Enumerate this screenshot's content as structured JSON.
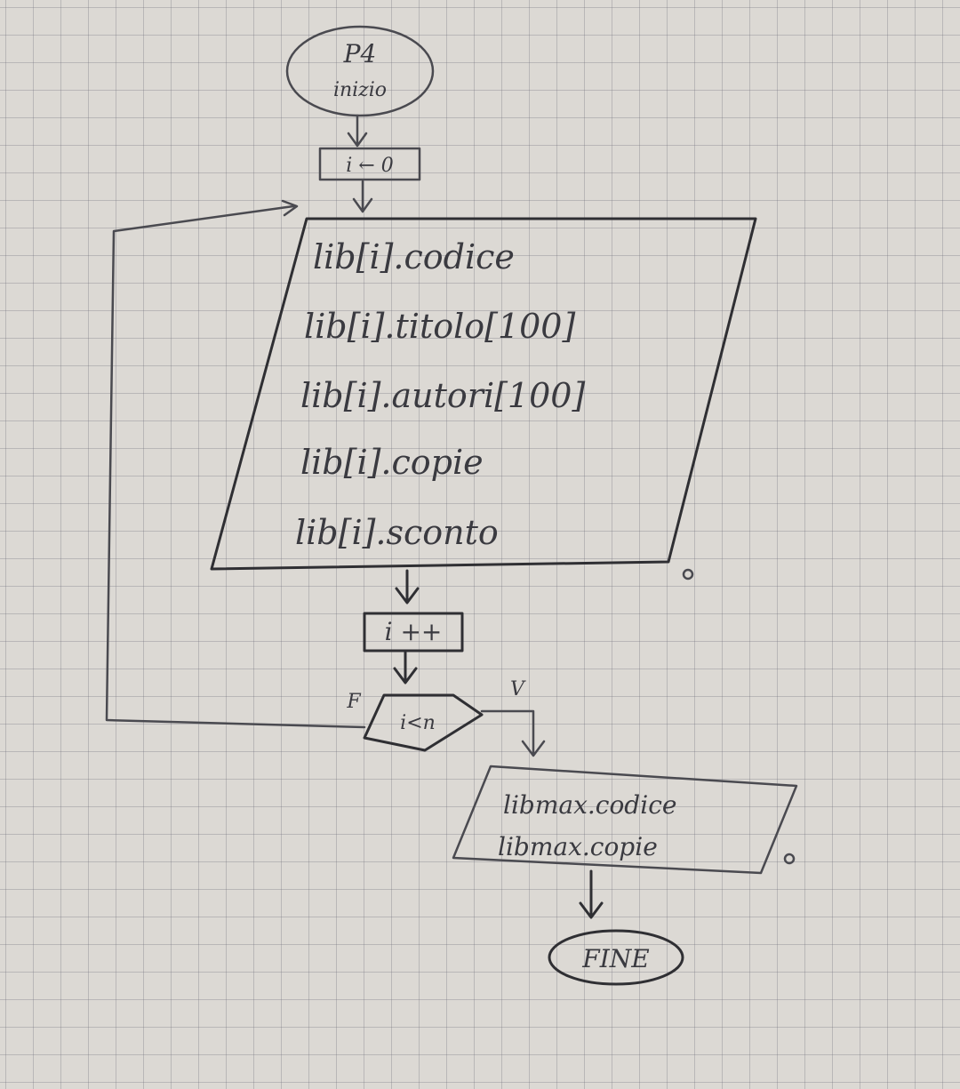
{
  "start": {
    "line1": "P4",
    "line2": "inizio"
  },
  "init": "i ← 0",
  "input_block": {
    "lines": [
      "lib[i].codice",
      "lib[i].titolo[100]",
      "lib[i].autori[100]",
      "lib[i].copie",
      "lib[i].sconto"
    ]
  },
  "increment": "i ++",
  "decision": {
    "label": "i<n",
    "false_label": "F",
    "true_label": "V"
  },
  "output_block": {
    "lines": [
      "libmax.codice",
      "libmax.copie"
    ]
  },
  "end": "FINE",
  "output_marker": "o"
}
